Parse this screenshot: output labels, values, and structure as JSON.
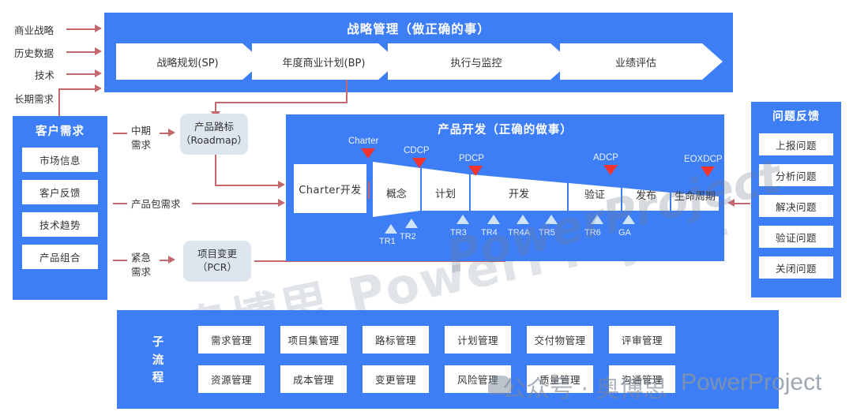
{
  "colors": {
    "blue": "#3d7ef7",
    "soft_blue": "#dde5ee",
    "red_arrow": "#c4686d",
    "marker_red": "#f2332e",
    "marker_light": "#cfe4f5"
  },
  "inputs": [
    {
      "label": "商业战略"
    },
    {
      "label": "历史数据"
    },
    {
      "label": "技术"
    },
    {
      "label": "长期需求"
    }
  ],
  "strategy": {
    "title": "战略管理（做正确的事）",
    "stages": [
      {
        "label": "战略规划(SP)"
      },
      {
        "label": "年度商业计划(BP)"
      },
      {
        "label": "执行与监控"
      },
      {
        "label": "业绩评估"
      }
    ]
  },
  "customer_needs": {
    "title": "客户需求",
    "items": [
      {
        "label": "市场信息"
      },
      {
        "label": "客户反馈"
      },
      {
        "label": "技术趋势"
      },
      {
        "label": "产品组合"
      }
    ]
  },
  "flow_labels": {
    "midterm": "中期\n需求",
    "midterm_line1": "中期",
    "midterm_line2": "需求",
    "package": "产品包需求",
    "urgent_line1": "紧急",
    "urgent_line2": "需求"
  },
  "roadmap": {
    "line1": "产品路标",
    "line2": "（Roadmap）"
  },
  "pcr": {
    "line1": "项目变更",
    "line2": "（PCR）"
  },
  "product_dev": {
    "title": "产品开发（正确的做事）",
    "charter_stage": "Charter开发",
    "stages": [
      {
        "label": "概念"
      },
      {
        "label": "计划"
      },
      {
        "label": "开发"
      },
      {
        "label": "验证"
      },
      {
        "label": "发布"
      },
      {
        "label": "生命周期"
      }
    ],
    "decision_points": [
      {
        "label": "Charter"
      },
      {
        "label": "CDCP"
      },
      {
        "label": "PDCP"
      },
      {
        "label": "ADCP"
      },
      {
        "label": "EOXDCP"
      }
    ],
    "reviews": [
      {
        "label": "TR1"
      },
      {
        "label": "TR2"
      },
      {
        "label": "TR3"
      },
      {
        "label": "TR4"
      },
      {
        "label": "TR4A"
      },
      {
        "label": "TR5"
      },
      {
        "label": "TR6"
      },
      {
        "label": "GA"
      }
    ]
  },
  "issue_feedback": {
    "title": "问题反馈",
    "items": [
      {
        "label": "上报问题"
      },
      {
        "label": "分析问题"
      },
      {
        "label": "解决问题"
      },
      {
        "label": "验证问题"
      },
      {
        "label": "关闭问题"
      }
    ]
  },
  "subprocess": {
    "title_chars": [
      "子",
      "流",
      "程"
    ],
    "row1": [
      {
        "label": "需求管理"
      },
      {
        "label": "项目集管理"
      },
      {
        "label": "路标管理"
      },
      {
        "label": "计划管理"
      },
      {
        "label": "交付物管理"
      },
      {
        "label": "评审管理"
      }
    ],
    "row2": [
      {
        "label": "资源管理"
      },
      {
        "label": "成本管理"
      },
      {
        "label": "变更管理"
      },
      {
        "label": "风险管理"
      },
      {
        "label": "质量管理"
      },
      {
        "label": "沟通管理"
      }
    ]
  },
  "watermarks": {
    "main": "奥博思 PowerProject",
    "center": "PowerProject",
    "footer": "公众号 · 奥博思",
    "footer_brand": "PowerProject"
  }
}
